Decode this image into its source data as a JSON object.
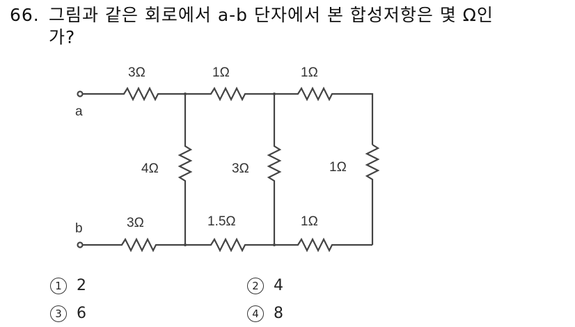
{
  "question": {
    "number": "66.",
    "line1": "그림과 같은 회로에서 a-b 단자에서 본 합성저항은 몇 Ω인",
    "line2": "가?"
  },
  "circuit": {
    "terminals": {
      "a": "a",
      "b": "b"
    },
    "resistors": {
      "top_left": "3Ω",
      "top_mid": "1Ω",
      "top_right": "1Ω",
      "shunt_left": "4Ω",
      "shunt_mid": "3Ω",
      "shunt_right": "1Ω",
      "bot_left": "3Ω",
      "bot_mid": "1.5Ω",
      "bot_right": "1Ω"
    }
  },
  "options": [
    {
      "mark": "1",
      "value": "2"
    },
    {
      "mark": "2",
      "value": "4"
    },
    {
      "mark": "3",
      "value": "6"
    },
    {
      "mark": "4",
      "value": "8"
    }
  ]
}
